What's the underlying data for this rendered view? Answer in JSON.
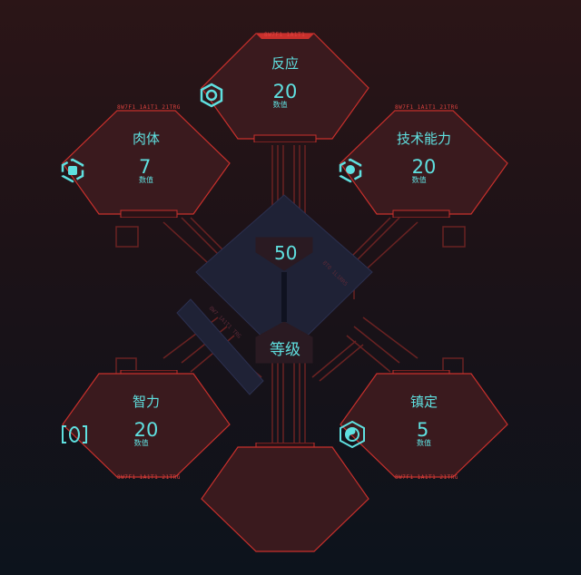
{
  "level": {
    "value": "50",
    "label": "等级"
  },
  "attributes": [
    {
      "id": "reflexes",
      "name": "反应",
      "value": "20",
      "unit": "数值",
      "code": "8W7F1 1A1T1",
      "icon": "aperture-icon"
    },
    {
      "id": "body",
      "name": "肉体",
      "value": "7",
      "unit": "数值",
      "code": "8W7F1 1A1T1 21TRG",
      "icon": "fist-icon"
    },
    {
      "id": "tech",
      "name": "技术能力",
      "value": "20",
      "unit": "数值",
      "code": "8W7F1 1A1T1 21TRG",
      "icon": "tech-icon"
    },
    {
      "id": "intelligence",
      "name": "智力",
      "value": "20",
      "unit": "数值",
      "code": "8W7F1 1A1T1 21TRG",
      "icon": "brain-icon"
    },
    {
      "id": "cool",
      "name": "镇定",
      "value": "5",
      "unit": "数值",
      "code": "8W7F1 1A1T1 21TRG",
      "icon": "yin-yang-icon"
    }
  ],
  "colors": {
    "accent": "#5fe0e0",
    "frame": "#c8302c",
    "panel_fill": "#3a1a1e",
    "center_fill": "#1f2236"
  }
}
